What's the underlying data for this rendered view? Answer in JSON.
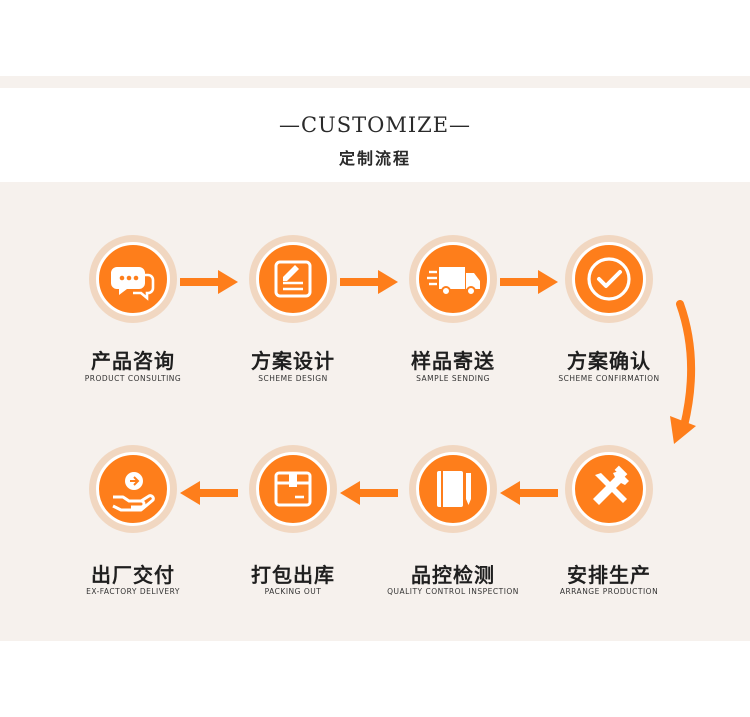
{
  "header": {
    "title_en": "—CUSTOMIZE—",
    "title_cn": "定制流程"
  },
  "steps": [
    {
      "cn": "产品咨询",
      "en": "PRODUCT CONSULTING",
      "icon": "chat-bubbles-icon"
    },
    {
      "cn": "方案设计",
      "en": "SCHEME DESIGN",
      "icon": "document-pen-icon"
    },
    {
      "cn": "样品寄送",
      "en": "SAMPLE SENDING",
      "icon": "delivery-truck-icon"
    },
    {
      "cn": "方案确认",
      "en": "SCHEME CONFIRMATION",
      "icon": "checkmark-icon"
    },
    {
      "cn": "安排生产",
      "en": "ARRANGE PRODUCTION",
      "icon": "hammer-wrench-icon"
    },
    {
      "cn": "品控检测",
      "en": "QUALITY CONTROL INSPECTION",
      "icon": "inspection-book-icon"
    },
    {
      "cn": "打包出库",
      "en": "PACKING OUT",
      "icon": "package-box-icon"
    },
    {
      "cn": "出厂交付",
      "en": "EX-FACTORY DELIVERY",
      "icon": "hand-coin-icon"
    }
  ],
  "colors": {
    "accent": "#fe7e1b",
    "ring": "#f1d7c1",
    "panel": "#f6f1ed",
    "text": "#1f1f1f"
  }
}
